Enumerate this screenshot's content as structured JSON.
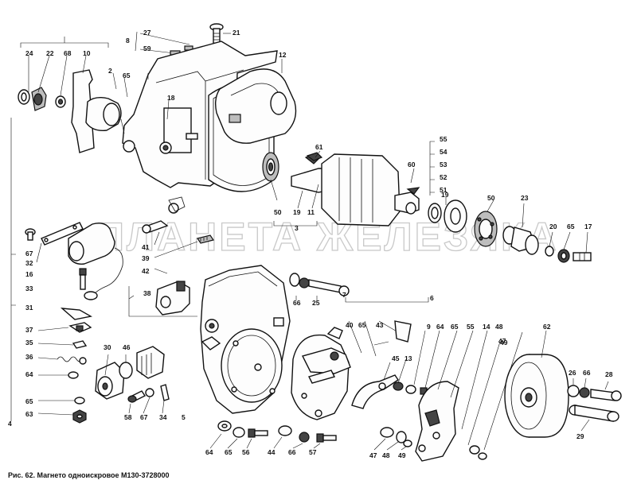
{
  "caption": "Рис. 62. Магнето одноискровое М130-3728000",
  "watermark": "ПЛАНЕТА ЖЕЛЕЗЯКА",
  "callouts": [
    "24",
    "22",
    "68",
    "10",
    "8",
    "27",
    "59",
    "21",
    "2",
    "65",
    "18",
    "12",
    "61",
    "60",
    "55",
    "54",
    "53",
    "52",
    "51",
    "19",
    "50",
    "23",
    "20",
    "65",
    "17",
    "50",
    "19",
    "11",
    "3",
    "67",
    "32",
    "16",
    "33",
    "41",
    "39",
    "42",
    "38",
    "66",
    "25",
    "31",
    "37",
    "35",
    "36",
    "64",
    "65",
    "63",
    "30",
    "46",
    "58",
    "67",
    "34",
    "5",
    "4",
    "7",
    "6",
    "40",
    "65",
    "43",
    "9",
    "64",
    "65",
    "55",
    "14",
    "48",
    "47",
    "62",
    "49",
    "45",
    "13",
    "26",
    "66",
    "28",
    "29",
    "64",
    "65",
    "56",
    "44",
    "66",
    "57",
    "47",
    "48",
    "49"
  ]
}
